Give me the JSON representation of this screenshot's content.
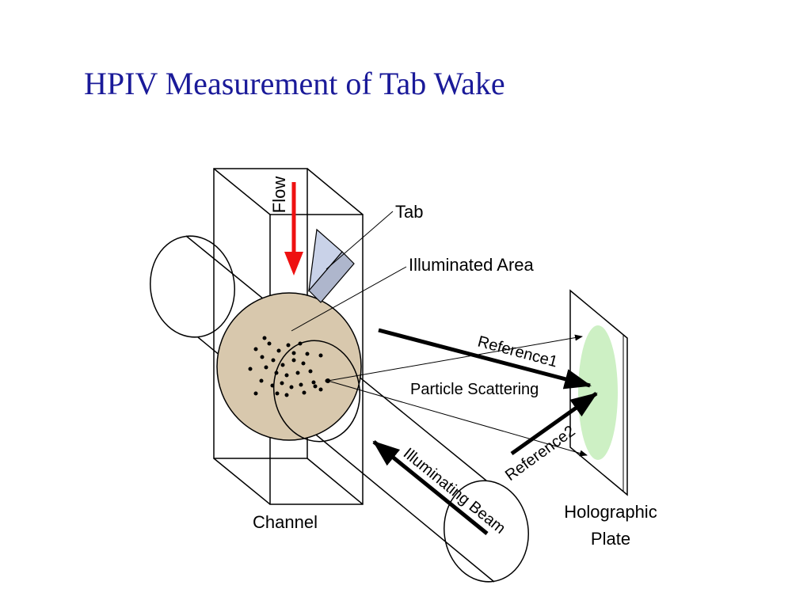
{
  "slide": {
    "title": "HPIV Measurement of Tab Wake"
  },
  "labels": {
    "flow": "Flow",
    "tab": "Tab",
    "illuminated_area": "Illuminated Area",
    "reference1": "Reference1",
    "particle_scattering": "Particle Scattering",
    "reference2": "Reference2",
    "illuminating_beam": "Illuminating Beam",
    "channel": "Channel",
    "holographic_plate_line1": "Holographic",
    "holographic_plate_line2": "Plate"
  },
  "colors": {
    "title": "#1a1a99",
    "flow_arrow": "#ee1111",
    "tab_face": "#c9d2e8",
    "illuminated_area": "#d8c8ad",
    "hologram_spot": "#cdf0c4",
    "lines": "#000000"
  }
}
